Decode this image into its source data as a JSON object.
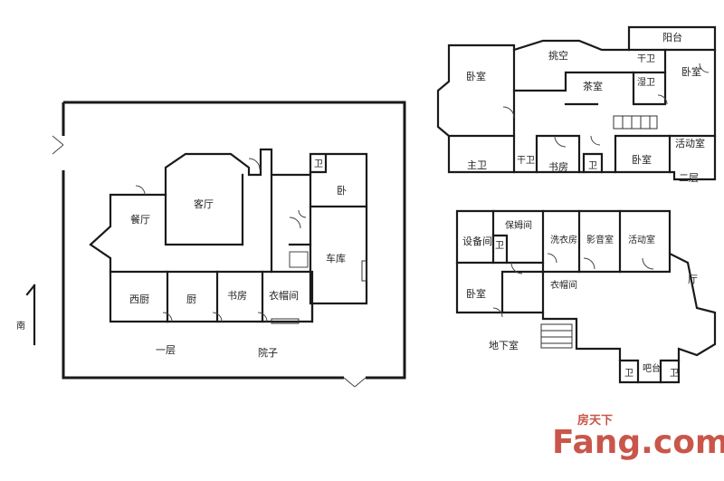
{
  "floor1": {
    "title": "一层",
    "yard": "院子",
    "north": "南",
    "rooms": {
      "dining": "餐厅",
      "living": "客厅",
      "bath": "卫",
      "bedroom": "卧",
      "garage": "车库",
      "western_kitchen": "西厨",
      "kitchen": "厨",
      "study": "书房",
      "closet": "衣帽间"
    }
  },
  "floor2": {
    "title": "二层",
    "rooms": {
      "balcony": "阳台",
      "dry_bath": "干卫",
      "wet_bath": "湿卫",
      "bedroom_tr": "卧室",
      "bedroom_tl": "卧室",
      "void": "挑空",
      "tea": "茶室",
      "master_bath": "主卫",
      "dry_bath2": "干卫",
      "study": "书房",
      "bath": "卫",
      "bedroom_b": "卧室",
      "activity": "活动室"
    }
  },
  "basement": {
    "title": "地下室",
    "rooms": {
      "equipment": "设备间",
      "nanny": "保姆间",
      "bath": "卫",
      "laundry": "洗衣房",
      "av": "影音室",
      "activity": "活动室",
      "hall": "厅",
      "bedroom": "卧室",
      "closet": "衣帽间",
      "bath_l": "卫",
      "bath_r": "卫",
      "bar": "吧台"
    }
  },
  "watermark": {
    "brand": "Fang.com",
    "cn": "房天下",
    "color": "#c0392b"
  }
}
